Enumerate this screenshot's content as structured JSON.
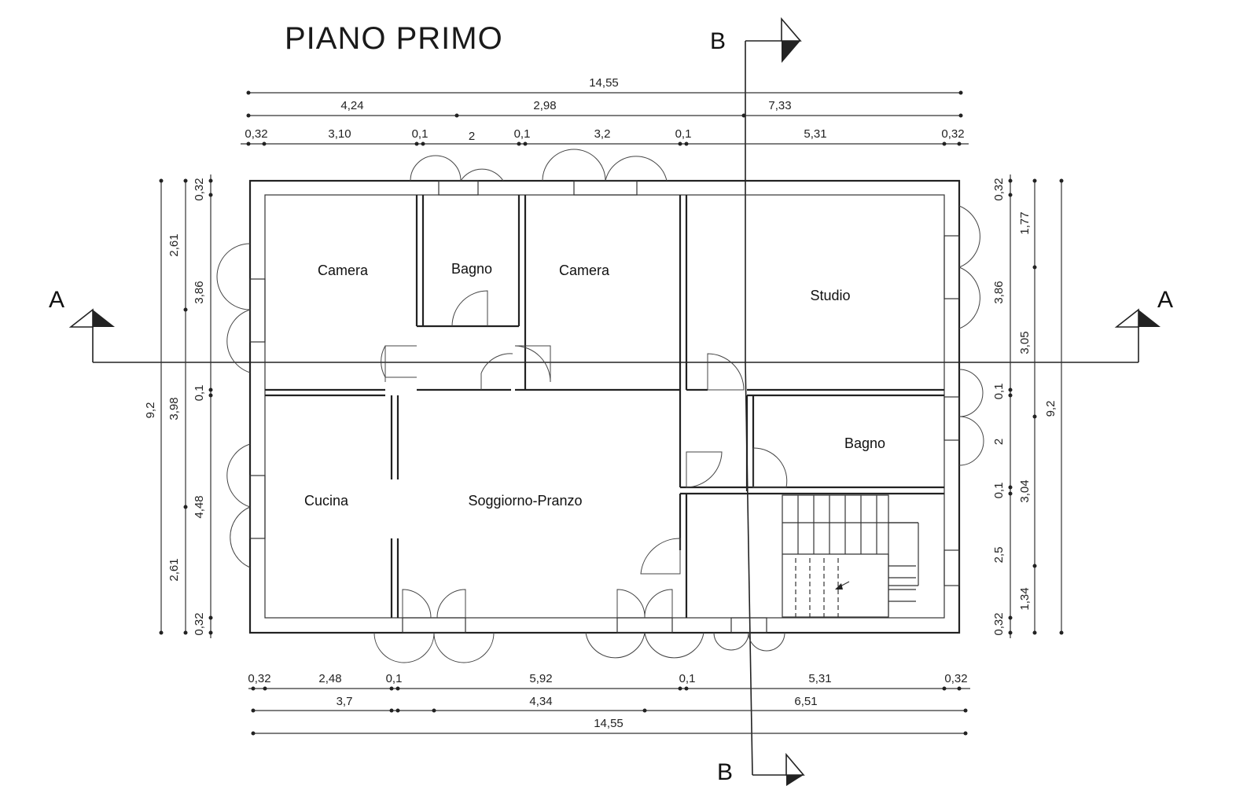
{
  "title": "PIANO PRIMO",
  "sections": {
    "a": "A",
    "b": "B"
  },
  "rooms": {
    "camera_1": "Camera",
    "bagno_1": "Bagno",
    "camera_2": "Camera",
    "studio": "Studio",
    "cucina": "Cucina",
    "soggiorno": "Soggiorno-Pranzo",
    "bagno_2": "Bagno"
  },
  "dims_top": {
    "overall": "14,55",
    "row2": [
      "4,24",
      "2,98",
      "7,33"
    ],
    "row3": [
      "0,32",
      "3,10",
      "0,1",
      "2",
      "0,1",
      "3,2",
      "0,1",
      "5,31",
      "0,32"
    ]
  },
  "dims_bottom": {
    "row1": [
      "0,32",
      "2,48",
      "0,1",
      "5,92",
      "0,1",
      "5,31",
      "0,32"
    ],
    "row2": [
      "3,7",
      "4,34",
      "6,51"
    ],
    "overall": "14,55"
  },
  "dims_left": {
    "overall": "9,2",
    "mid": [
      "2,61",
      "3,98",
      "2,61"
    ],
    "inner": [
      "0,32",
      "3,86",
      "0,1",
      "4,48",
      "0,32"
    ]
  },
  "dims_right": {
    "inner": [
      "0,32",
      "3,86",
      "0,1",
      "2",
      "0,1",
      "2,5",
      "0,32"
    ],
    "mid": [
      "1,77",
      "3,05",
      "3,04",
      "1,34"
    ],
    "overall": "9,2"
  }
}
